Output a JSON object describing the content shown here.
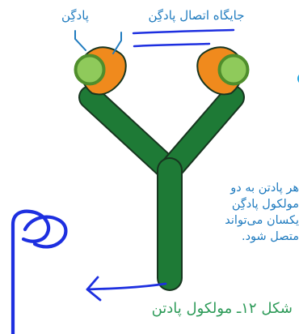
{
  "labels": {
    "antigen": "پادگِن",
    "binding_site": "جایگاه اتصال پادگِن"
  },
  "side_note": {
    "line1": "هر پادتن به دو",
    "line2": "مولکول پادگِن",
    "line3": "یکسان می‌تواند",
    "line4": "متصل شود."
  },
  "caption": "شکل ۱۲ـ مولکول پادتن",
  "colors": {
    "antibody_body": "#1e7a36",
    "antibody_outline": "#17351f",
    "binding_cup": "#f08a1d",
    "antigen_fill": "#8fca5b",
    "antigen_outline": "#4f8e2c",
    "label_text": "#1f7bbf",
    "caption_text": "#2e9b59",
    "annotation_ink": "#1d2fe0"
  }
}
